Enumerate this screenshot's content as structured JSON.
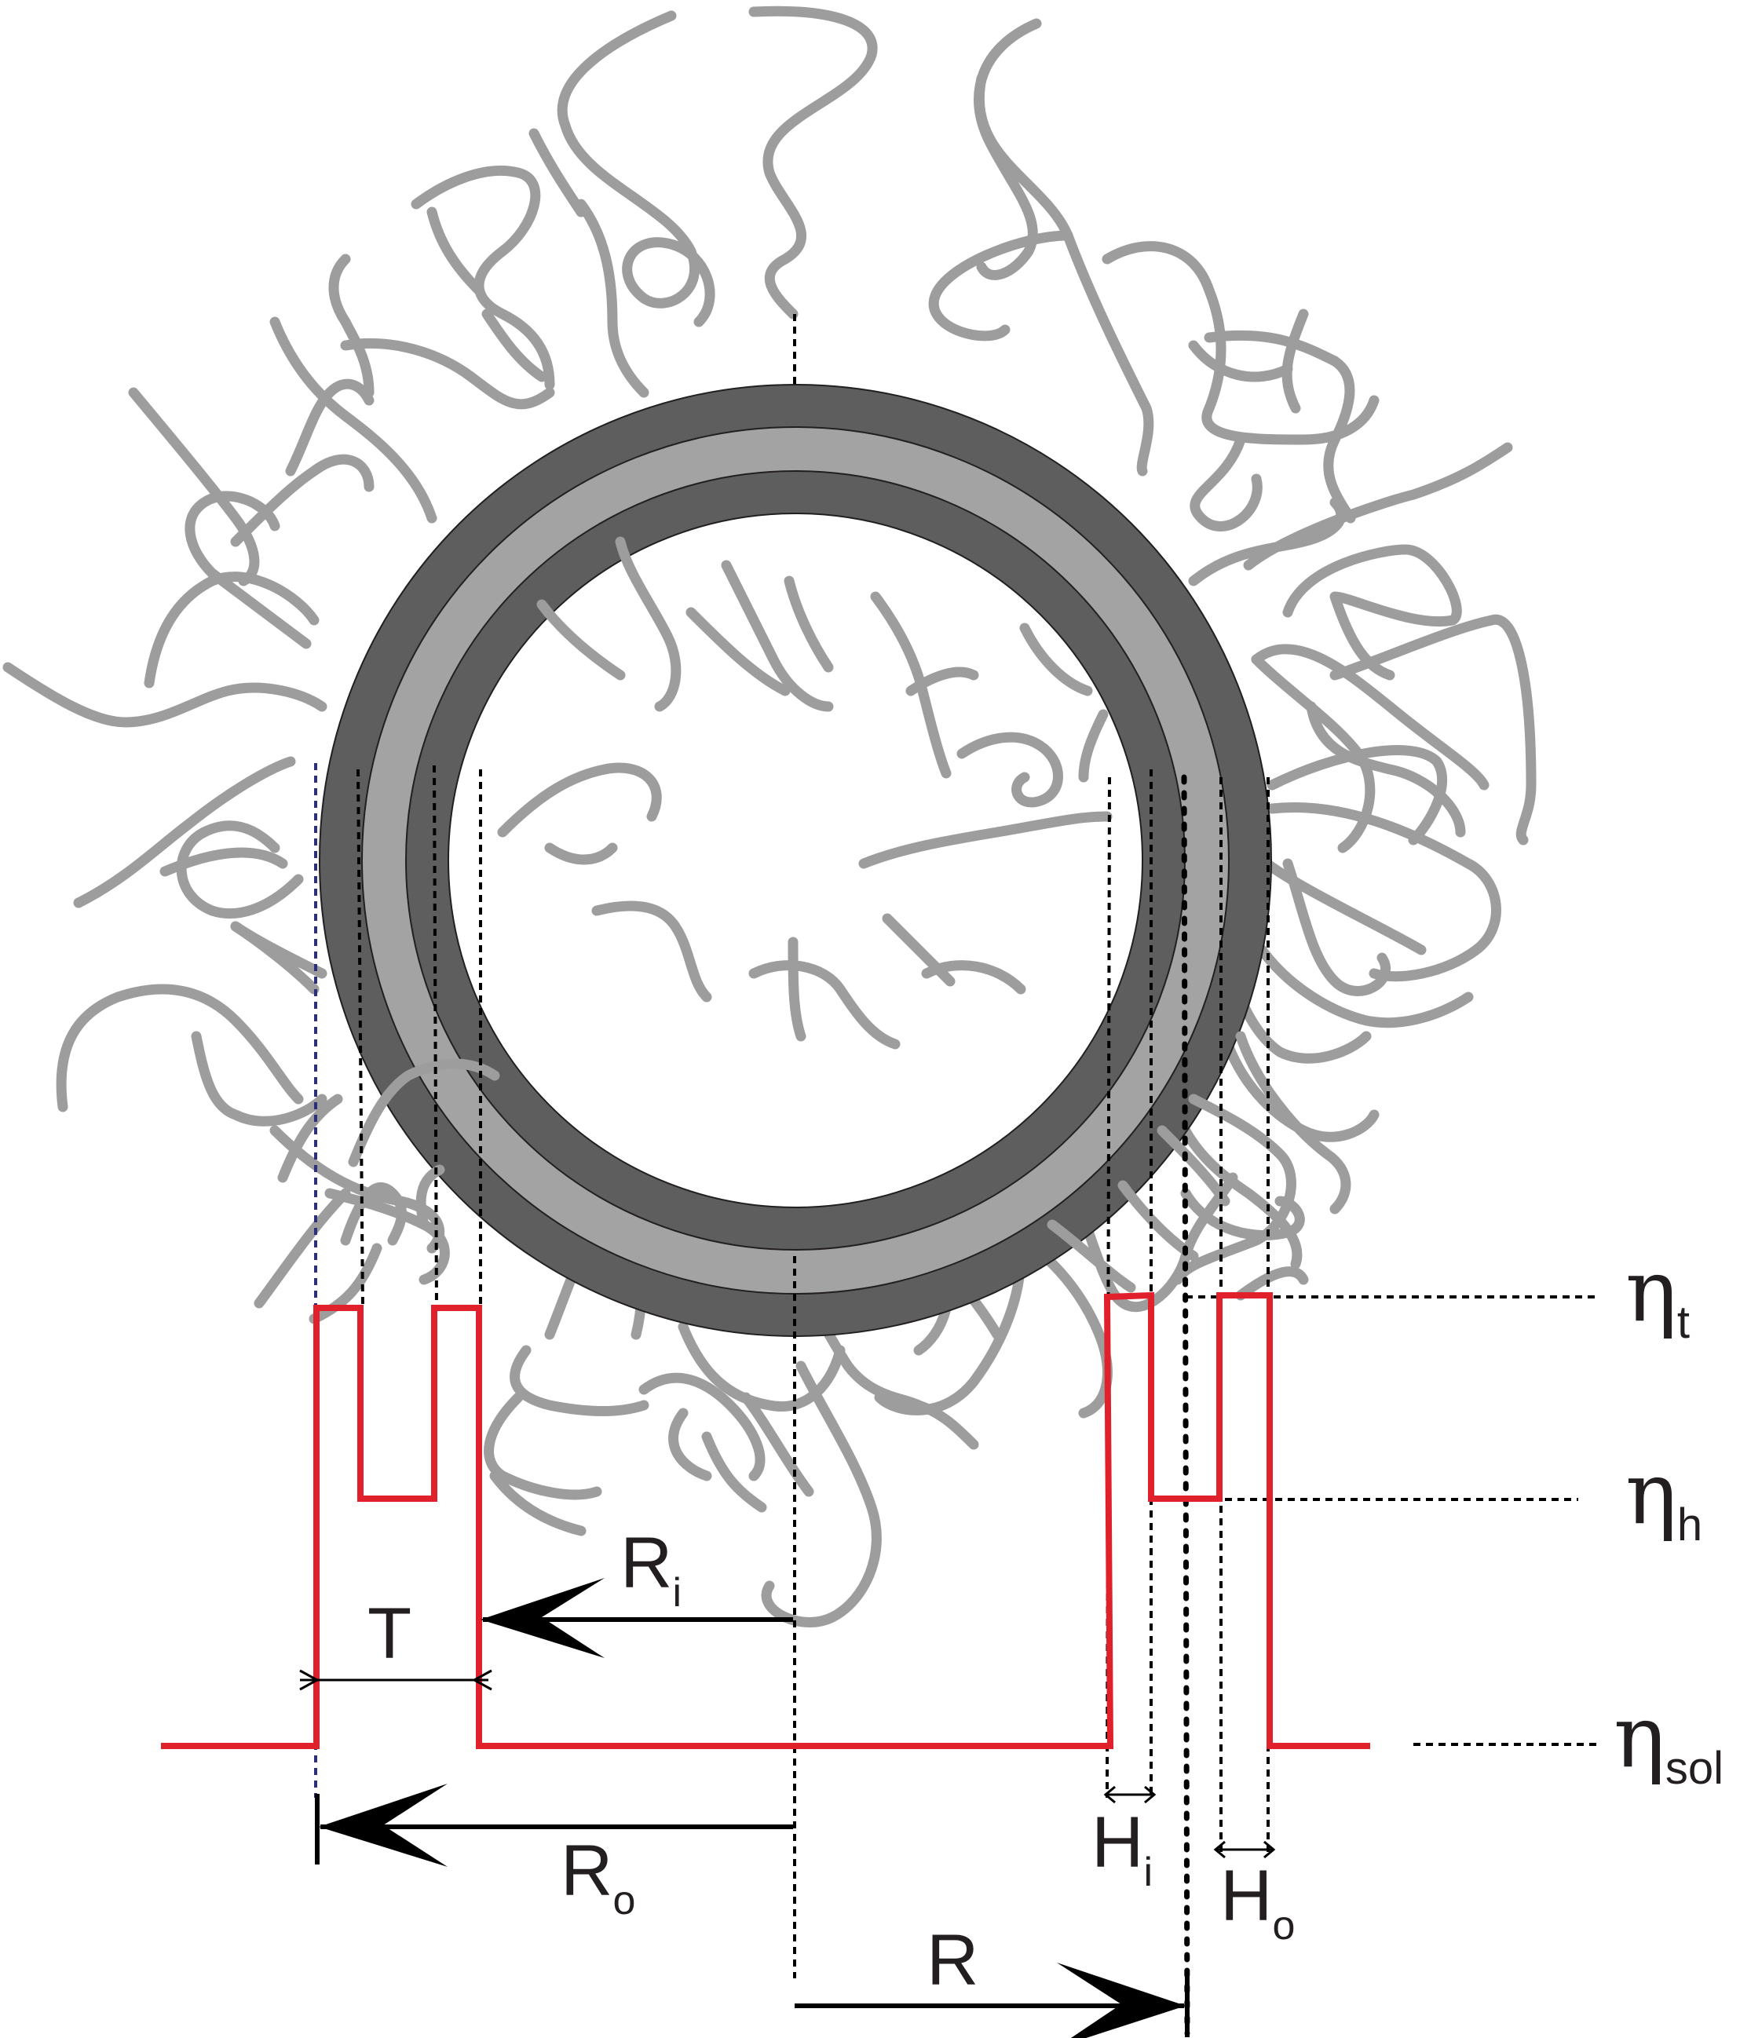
{
  "labels": {
    "t": "T",
    "ri_main": "R",
    "ri_sub": "i",
    "ro_main": "R",
    "ro_sub": "o",
    "r": "R",
    "hi_main": "H",
    "hi_sub": "i",
    "ho_main": "H",
    "ho_sub": "o",
    "eta_t_main": "η",
    "eta_t_sub": "t",
    "eta_h_main": "η",
    "eta_h_sub": "h",
    "eta_sol_main": "η",
    "eta_sol_sub": "sol"
  },
  "colors": {
    "shell_dark": "#5e5e5e",
    "shell_light": "#a3a3a3",
    "chains": "#9d9d9d",
    "profile": "#e0202a",
    "guide": "#000000",
    "guide_left": "#2e2e7a"
  }
}
